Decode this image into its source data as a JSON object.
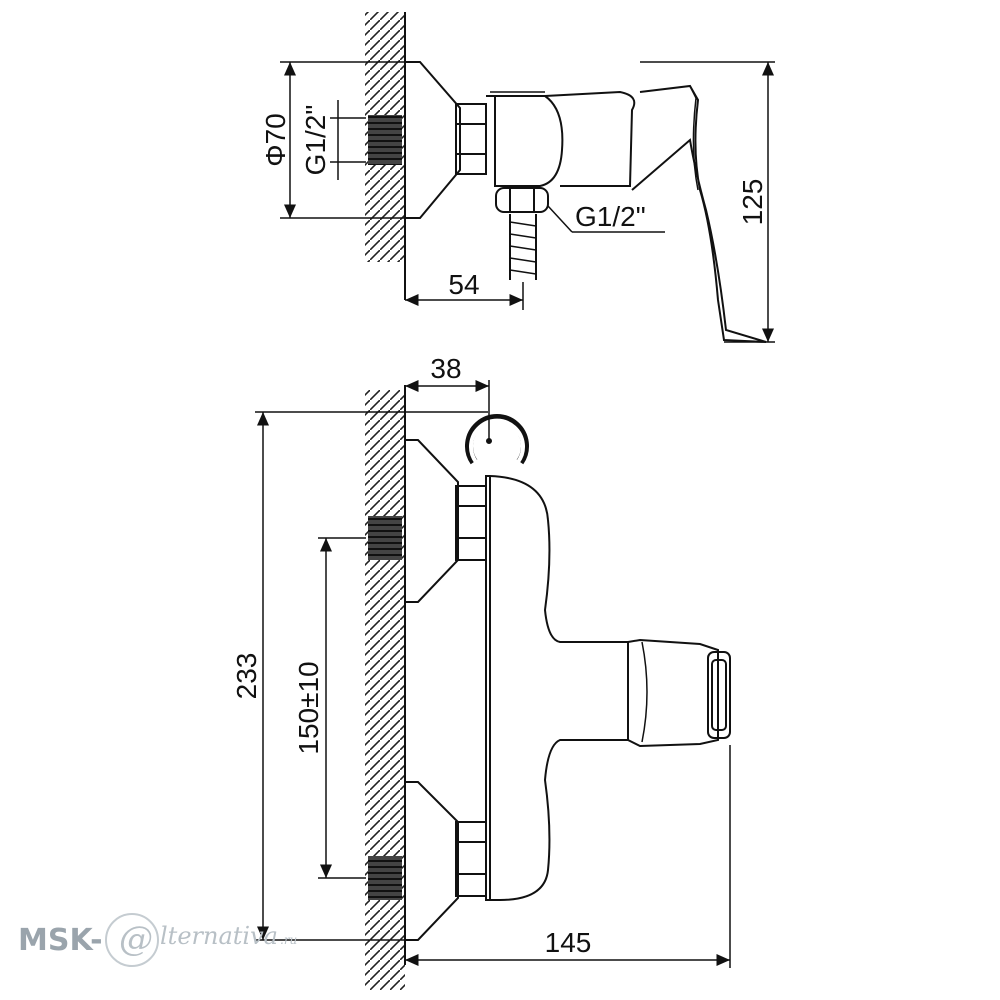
{
  "top_view": {
    "dim_phi": "Φ70",
    "dim_thread_inlet": "G1/2\"",
    "dim_thread_outlet": "G1/2\"",
    "dim_depth": "54",
    "dim_height": "125"
  },
  "front_view": {
    "dim_holder": "38",
    "dim_total_height": "233",
    "dim_spacing": "150±10",
    "dim_width": "145"
  },
  "watermark": {
    "prefix": "MSK-",
    "at": "@",
    "suffix": "lternativa",
    "tld": ".ru"
  }
}
